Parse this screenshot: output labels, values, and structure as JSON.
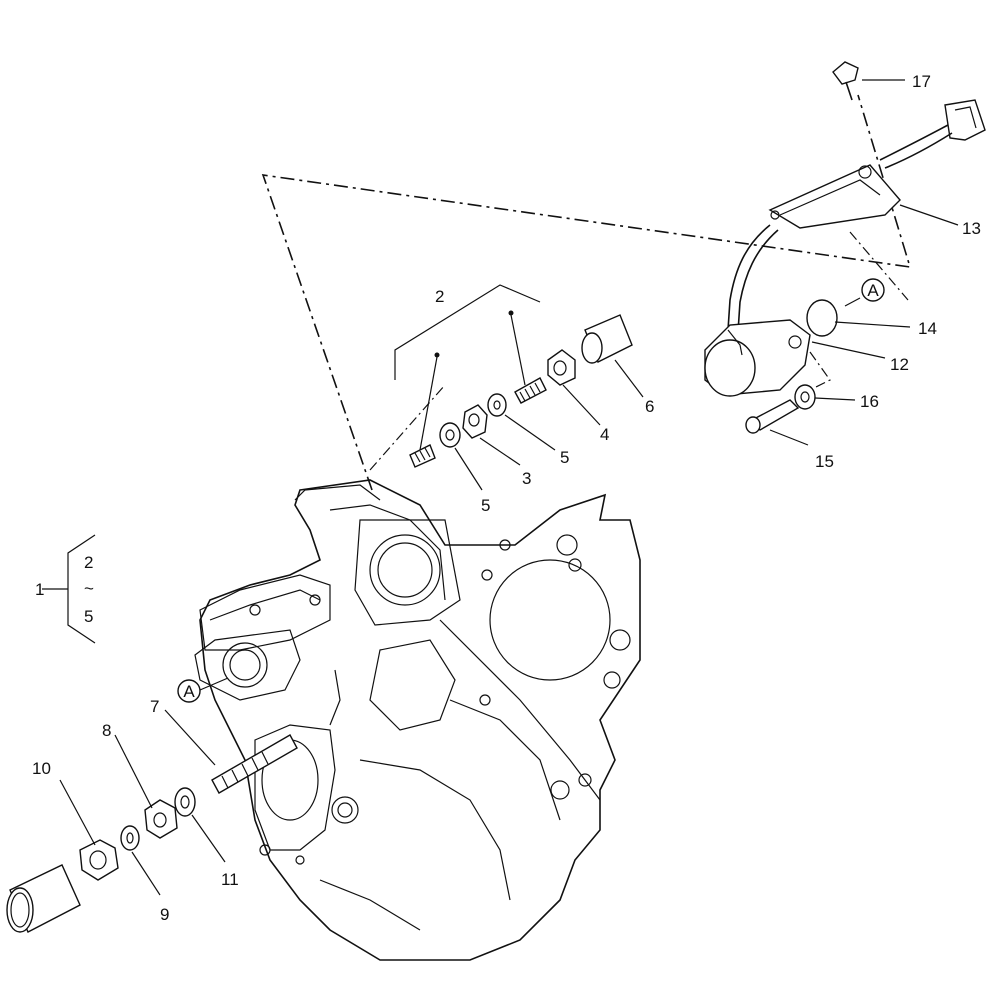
{
  "callouts": {
    "c1": "1",
    "c2": "2",
    "c3": "3",
    "c4": "4",
    "c5a": "5",
    "c5b": "5",
    "c6": "6",
    "c7": "7",
    "c8": "8",
    "c9": "9",
    "c10": "10",
    "c11": "11",
    "c12": "12",
    "c13": "13",
    "c14": "14",
    "c15": "15",
    "c16": "16",
    "c17": "17"
  },
  "group_range": {
    "from": "2",
    "sep": "~",
    "to": "5"
  },
  "refs": {
    "a1": "A",
    "a2": "A"
  }
}
